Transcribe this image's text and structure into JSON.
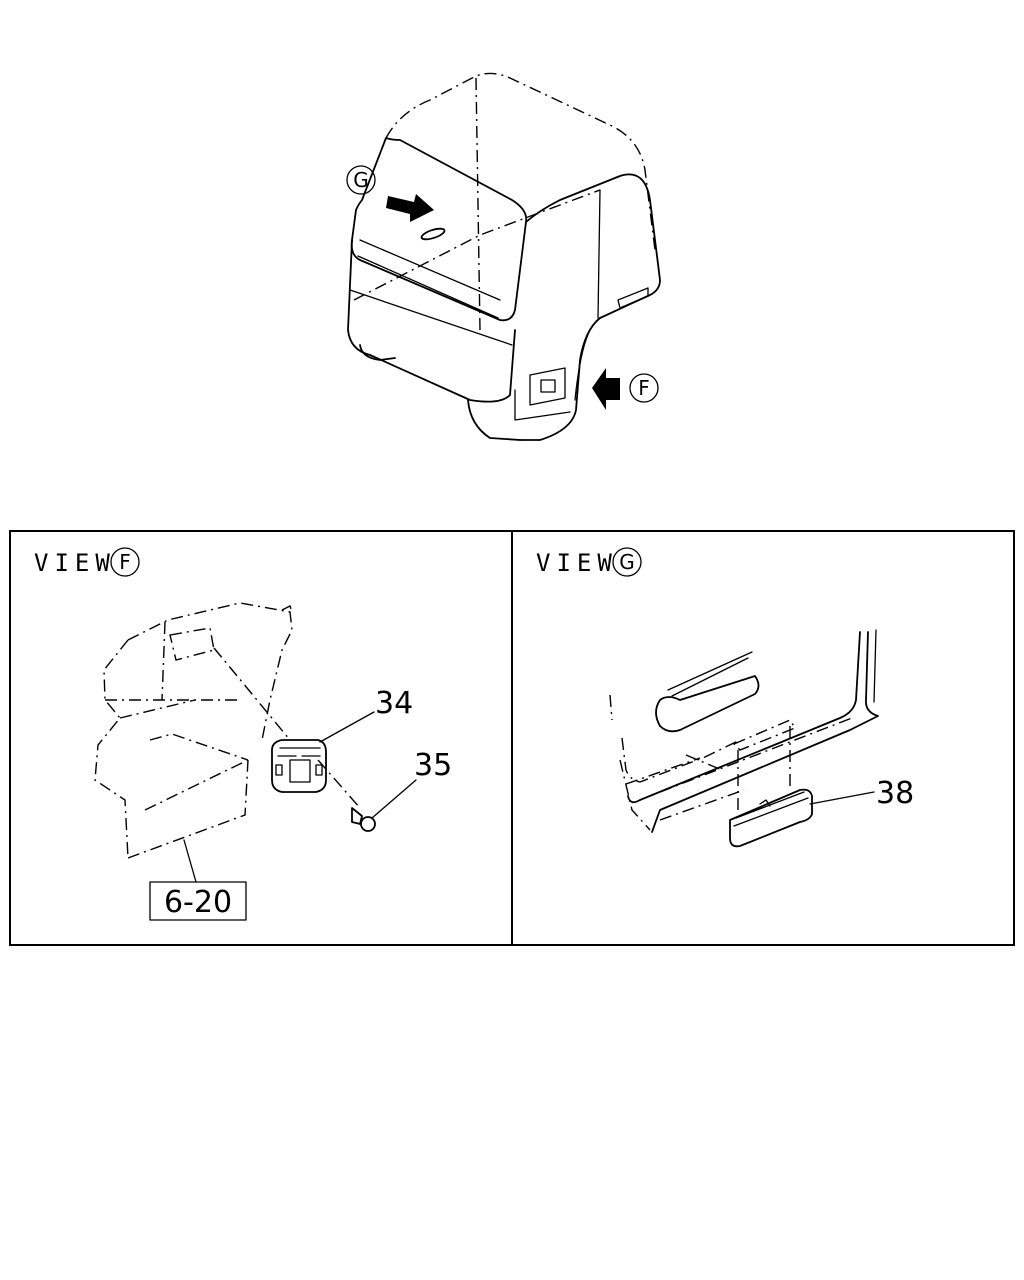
{
  "overview": {
    "marker_g": "G",
    "marker_f": "F"
  },
  "view_f": {
    "title": "VIEW",
    "marker": "F",
    "callouts": {
      "part_34": "34",
      "part_35": "35",
      "ref": "6-20"
    }
  },
  "view_g": {
    "title": "VIEW",
    "marker": "G",
    "callouts": {
      "part_38": "38"
    }
  }
}
